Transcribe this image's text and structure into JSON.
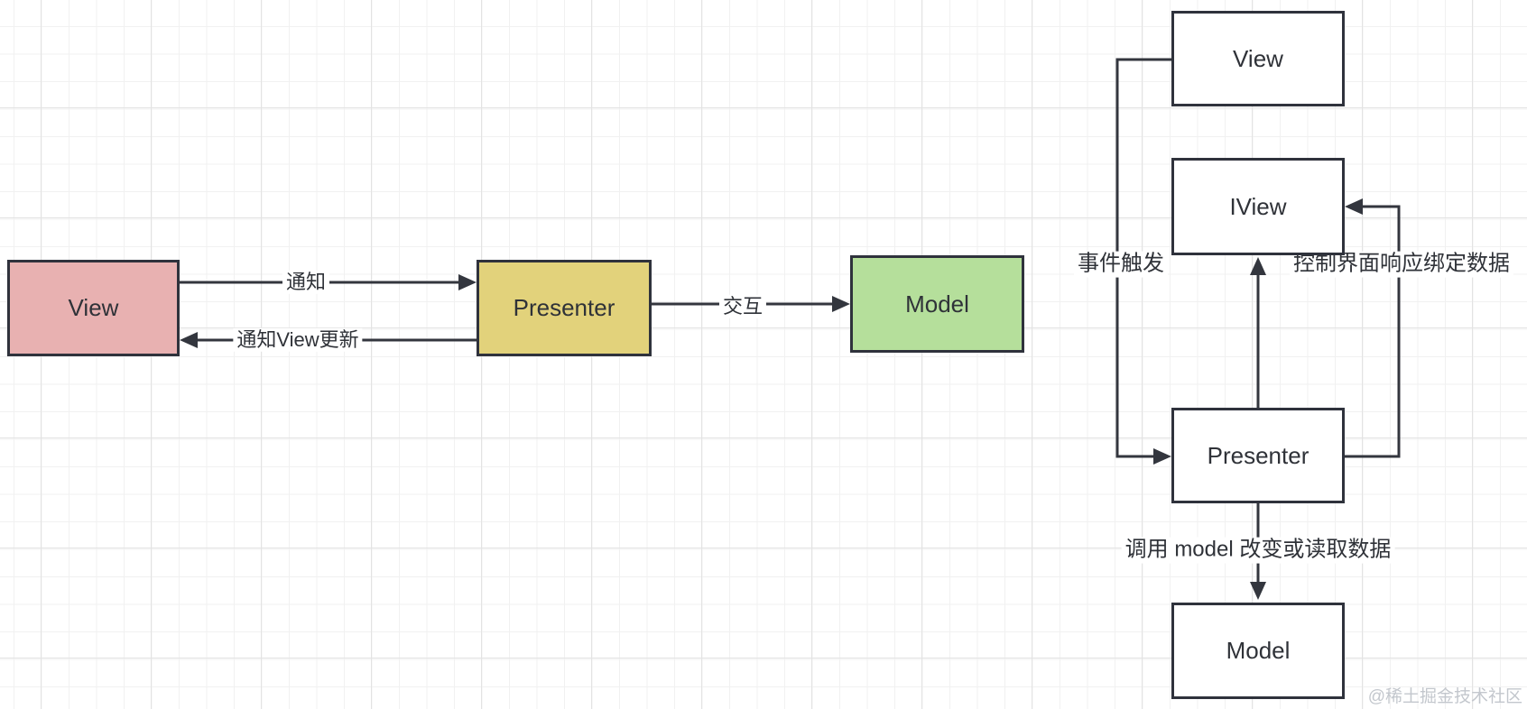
{
  "diagram_left": {
    "nodes": {
      "view": "View",
      "presenter": "Presenter",
      "model": "Model"
    },
    "edges": {
      "notify": "通知",
      "notify_view_update": "通知View更新",
      "interact": "交互"
    }
  },
  "diagram_right": {
    "nodes": {
      "view": "View",
      "iview": "IView",
      "presenter": "Presenter",
      "model": "Model"
    },
    "edges": {
      "event_trigger": "事件触发",
      "control_bind": "控制界面响应绑定数据",
      "call_model": "调用 model 改变或读取数据"
    }
  },
  "watermark": "@稀土掘金技术社区",
  "colors": {
    "view_fill": "#e8b1b1",
    "presenter_fill": "#e2d27b",
    "model_fill": "#b5df9b",
    "node_border": "#2f323c",
    "line": "#33363e",
    "text": "#2f3238",
    "watermark": "#c3c7cd"
  }
}
